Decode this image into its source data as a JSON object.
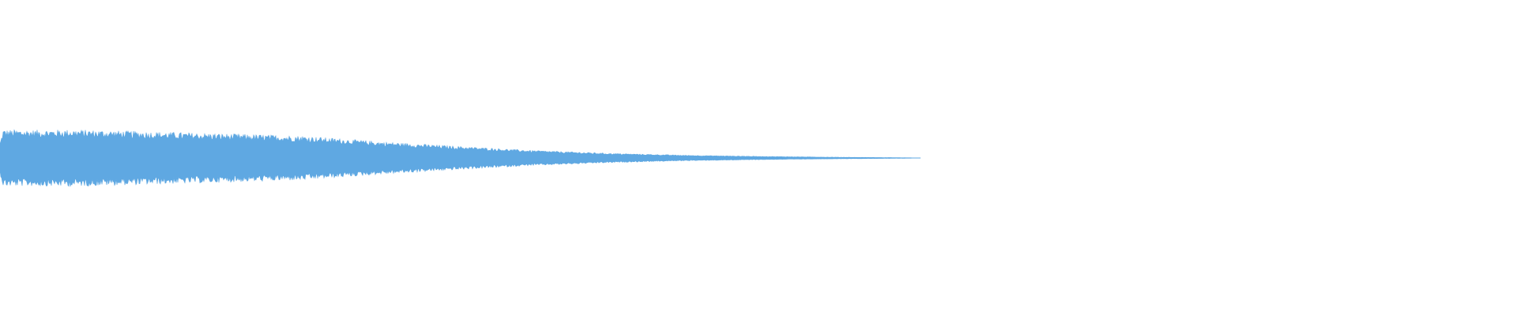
{
  "waveform": {
    "color": "#5fa8e2",
    "background": "#ffffff",
    "audible_fraction": 0.607,
    "envelope": [
      [
        0.0,
        1.0
      ],
      [
        0.02,
        0.99
      ],
      [
        0.05,
        1.0
      ],
      [
        0.08,
        0.96
      ],
      [
        0.12,
        0.9
      ],
      [
        0.16,
        0.84
      ],
      [
        0.2,
        0.78
      ],
      [
        0.25,
        0.58
      ],
      [
        0.3,
        0.42
      ],
      [
        0.35,
        0.27
      ],
      [
        0.4,
        0.17
      ],
      [
        0.45,
        0.1
      ],
      [
        0.5,
        0.06
      ],
      [
        0.55,
        0.03
      ],
      [
        0.6,
        0.01
      ],
      [
        0.607,
        0.0
      ]
    ]
  }
}
